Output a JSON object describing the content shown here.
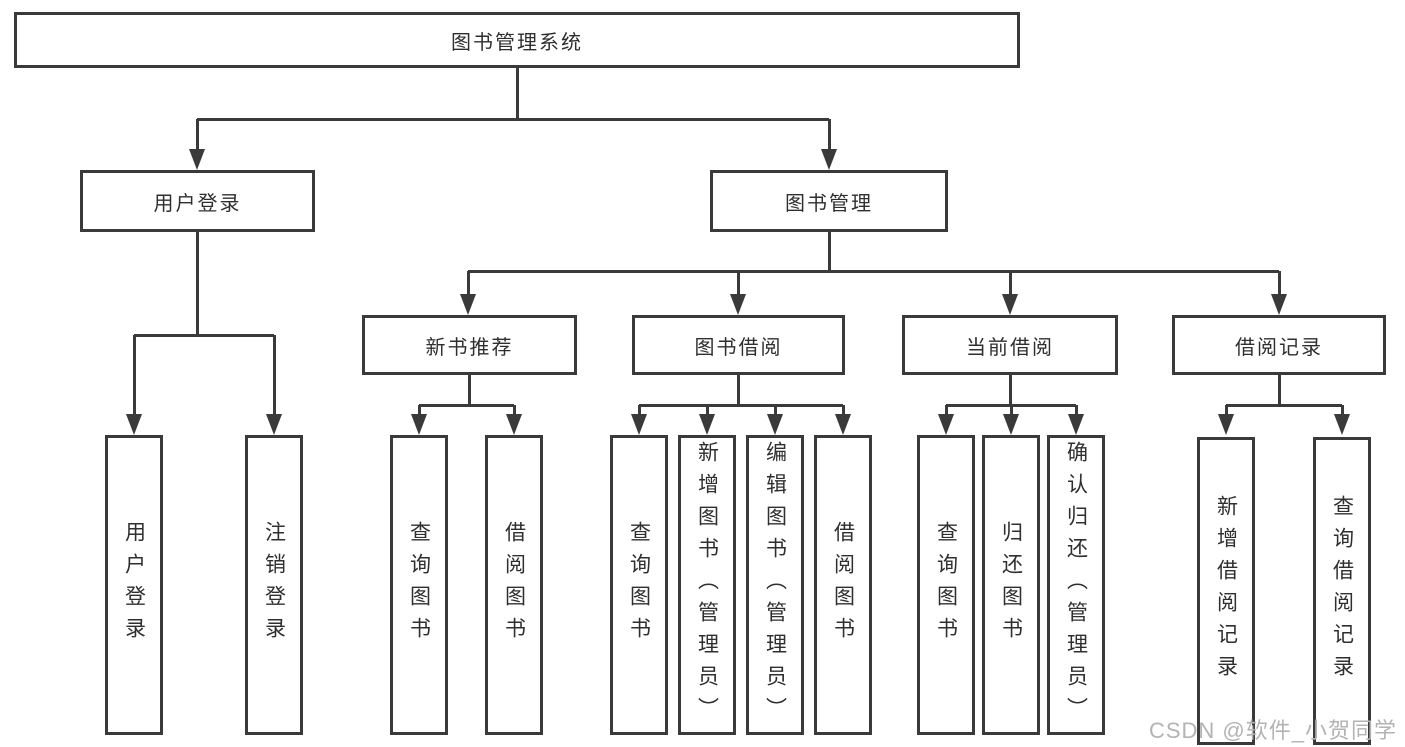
{
  "colors": {
    "line": "#3a3a3a",
    "box_border": "#3a3a3a",
    "box_fill": "#ffffff",
    "text": "#2f2f2f",
    "background": "#ffffff",
    "watermark": "#b3b3b3"
  },
  "tree": {
    "root": {
      "label": "图书管理系统"
    },
    "branches": [
      {
        "label": "用户登录",
        "leaves": [
          "用户登录",
          "注销登录"
        ]
      },
      {
        "label": "图书管理",
        "children": [
          {
            "label": "新书推荐",
            "leaves": [
              "查询图书",
              "借阅图书"
            ]
          },
          {
            "label": "图书借阅",
            "leaves": [
              "查询图书",
              "新增图书（管理员）",
              "编辑图书（管理员）",
              "借阅图书"
            ]
          },
          {
            "label": "当前借阅",
            "leaves": [
              "查询图书",
              "归还图书",
              "确认归还（管理员）"
            ]
          },
          {
            "label": "借阅记录",
            "leaves": [
              "新增借阅记录",
              "查询借阅记录"
            ]
          }
        ]
      }
    ]
  },
  "watermark": "CSDN @软件_小贺同学"
}
